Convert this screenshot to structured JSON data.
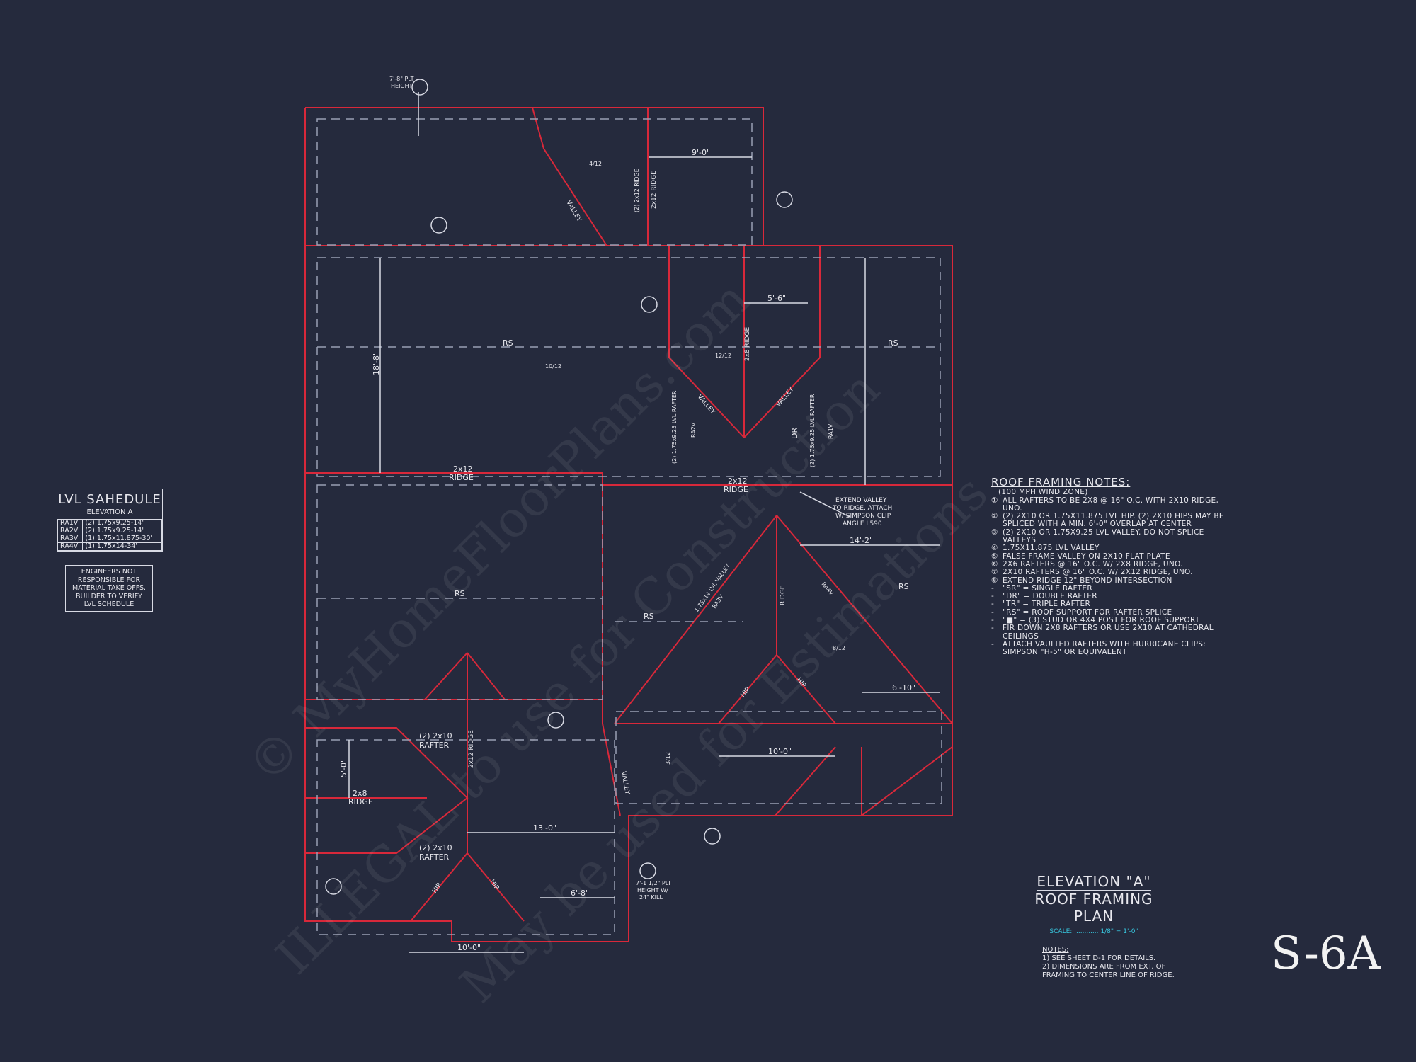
{
  "colors": {
    "background": "#252a3d",
    "framing": "#d8283a",
    "text": "#e8e8ee",
    "scale": "#38c8e0"
  },
  "watermark": [
    "© MyHomeFloorPlans.com",
    "ILLEGAL to use for Construction",
    "May be used for Estimations"
  ],
  "plan": {
    "labels": [
      "RS",
      "RS",
      "RS",
      "RS",
      "RS",
      "2x12",
      "RIDGE",
      "2x12",
      "RIDGE",
      "9'-0\"",
      "5'-6\"",
      "14'-2\"",
      "6'-10\"",
      "10'-0\"",
      "13'-0\"",
      "6'-8\"",
      "10'-0\"",
      "18'-8\"",
      "5'-0\"",
      "EXTEND VALLEY",
      "TO RIDGE, ATTACH",
      "W/ SIMPSON CLIP",
      "ANGLE L590",
      "(2) 2x10",
      "RAFTER",
      "(2) 2x10",
      "RAFTER",
      "2x8",
      "RIDGE",
      "7'-8\" PLT",
      "HEIGHT",
      "7'-1 1/2\" PLT",
      "HEIGHT W/",
      "24\" KILL",
      "VALLEY",
      "VALLEY",
      "VALLEY",
      "VALLEY",
      "HIP",
      "HIP",
      "HIP",
      "HIP",
      "2x12 RIDGE",
      "2x8 RIDGE",
      "2x12 RIDGE",
      "RIDGE",
      "DR",
      "(2) 1.75x9.25 LVL RAFTER",
      "(2) 1.75x9.25 LVL RAFTER",
      "RA2V",
      "RA1V",
      "RA3V",
      "RA4V",
      "1.75x14 LVL VALLEY",
      "(2) 2x12 RIDGE",
      "12/12",
      "10/12",
      "8/12",
      "4/12",
      "3/12"
    ]
  },
  "lvl_schedule": {
    "title": "LVL SAHEDULE",
    "subtitle": "ELEVATION A",
    "rows": [
      {
        "id": "RA1V",
        "spec": "(2) 1.75x9.25-14'"
      },
      {
        "id": "RA2V",
        "spec": "(2) 1.75x9.25-14'"
      },
      {
        "id": "RA3V",
        "spec": "(1) 1.75x11.875-30'"
      },
      {
        "id": "RA4V",
        "spec": "(1) 1.75x14-34'"
      }
    ]
  },
  "engineer_note": [
    "ENGINEERS NOT",
    "RESPONSIBLE FOR",
    "MATERIAL TAKE OFFS.",
    "BUILDER TO VERIFY",
    "LVL SCHEDULE"
  ],
  "roof_framing_notes": {
    "title": "ROOF FRAMING NOTES:",
    "wind_zone": "(100 MPH WIND ZONE)",
    "items": [
      {
        "mark": "①",
        "text": "ALL RAFTERS TO BE 2x8 @ 16\" O.C. WITH 2x10 RIDGE, UNO."
      },
      {
        "mark": "②",
        "text": "(2) 2x10 OR 1.75x11.875 LVL HIP. (2) 2x10 HIPS MAY BE SPLICED WITH A MIN. 6'-0\" OVERLAP AT CENTER"
      },
      {
        "mark": "③",
        "text": "(2) 2x10 OR 1.75x9.25 LVL VALLEY. DO NOT SPLICE VALLEYS"
      },
      {
        "mark": "④",
        "text": "1.75x11.875 LVL VALLEY"
      },
      {
        "mark": "⑤",
        "text": "FALSE FRAME VALLEY ON 2x10 FLAT PLATE"
      },
      {
        "mark": "⑥",
        "text": "2x6 RAFTERS @ 16\" O.C. W/ 2x8 RIDGE, UNO."
      },
      {
        "mark": "⑦",
        "text": "2x10 RAFTERS @ 16\" O.C. W/ 2x12 RIDGE, UNO."
      },
      {
        "mark": "⑧",
        "text": "EXTEND RIDGE 12\" BEYOND INTERSECTION"
      },
      {
        "mark": "-",
        "text": "\"SR\" = SINGLE RAFTER"
      },
      {
        "mark": "-",
        "text": "\"DR\" = DOUBLE RAFTER"
      },
      {
        "mark": "-",
        "text": "\"TR\" = TRIPLE RAFTER"
      },
      {
        "mark": "-",
        "text": "\"RS\" = ROOF SUPPORT FOR RAFTER SPLICE"
      },
      {
        "mark": "-",
        "text": "\"■\" = (3) STUD OR 4x4 POST FOR ROOF SUPPORT"
      },
      {
        "mark": "-",
        "text": "FIR DOWN 2x8 RAFTERS OR USE 2x10 AT CATHEDRAL CEILINGS"
      },
      {
        "mark": "-",
        "text": "ATTACH VAULTED RAFTERS WITH HURRICANE CLIPS: SIMPSON \"H-5\" OR EQUIVALENT"
      }
    ]
  },
  "title_block": {
    "line1": "ELEVATION \"A\"",
    "line2": "ROOF FRAMING PLAN",
    "scale": "SCALE: ............ 1/8\" = 1'-0\""
  },
  "general_notes": {
    "title": "NOTES:",
    "items": [
      "1) SEE SHEET D-1 FOR DETAILS.",
      "2) DIMENSIONS ARE FROM EXT. OF FRAMING TO CENTER LINE OF RIDGE."
    ]
  },
  "sheet_number": "S-6A"
}
